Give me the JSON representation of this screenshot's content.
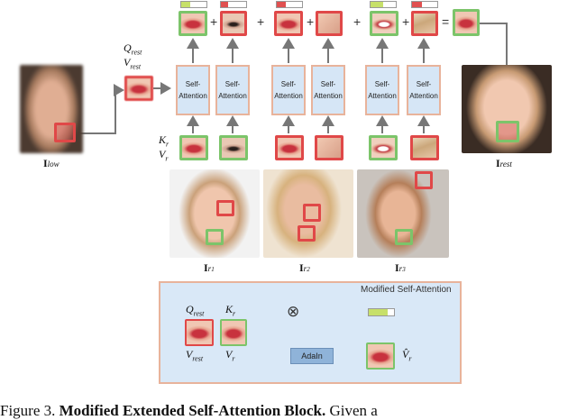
{
  "self_attention_label": "Self-Attention",
  "operators": [
    "+",
    "+",
    "+",
    "+",
    "="
  ],
  "labels": {
    "q_rest": "Q",
    "q_rest_sub": "rest",
    "v_rest": "V",
    "v_rest_sub": "rest",
    "k_r": "K",
    "k_r_sub": "r",
    "v_r": "V",
    "v_r_sub": "r",
    "i_low": "I",
    "i_low_sub": "low",
    "i_rest": "I",
    "i_rest_sub": "rest",
    "i_r1": "I",
    "i_r1_sub": "r",
    "i_r1_subsub": "1",
    "i_r2": "I",
    "i_r2_sub": "r",
    "i_r2_subsub": "2",
    "i_r3": "I",
    "i_r3_sub": "r",
    "i_r3_subsub": "3"
  },
  "attention_weights": [
    0.35,
    0.3,
    0.35,
    0.5,
    0.4
  ],
  "colors": {
    "weight_fill": "#c7e06a",
    "weight_fill_alt": "#e05050"
  },
  "modified_box": {
    "title": "Modified Self-Attention",
    "q_rest": "Q",
    "q_rest_sub": "rest",
    "k_r": "K",
    "k_r_sub": "r",
    "v_rest": "V",
    "v_rest_sub": "rest",
    "v_r": "V",
    "v_r_sub": "r",
    "adain_label": "AdaIn",
    "multiply_symbol": "⊗",
    "output_label": "V̂",
    "output_sub": "r"
  },
  "caption": {
    "prefix": "Figure 3.",
    "bold": "Modified Extended Self-Attention Block.",
    "rest": "Given a"
  }
}
